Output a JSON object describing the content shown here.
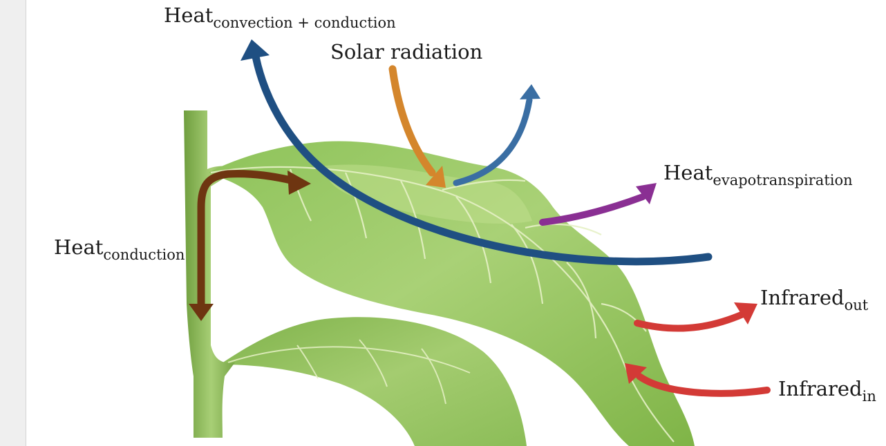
{
  "labels": {
    "heat_convection_conduction": {
      "main": "Heat",
      "sub": "convection + conduction"
    },
    "solar_radiation": {
      "main": "Solar radiation"
    },
    "heat_evapotranspiration": {
      "main": "Heat",
      "sub": "evapotranspiration"
    },
    "heat_conduction": {
      "main": "Heat",
      "sub": "conduction"
    },
    "infrared_out": {
      "main": "Infrared",
      "sub": "out"
    },
    "infrared_in": {
      "main": "Infrared",
      "sub": "in"
    }
  },
  "colors": {
    "convection": "#1f4f82",
    "solar": "#d4862c",
    "evaporation_vapor": "#3a6ea3",
    "evapotranspiration": "#8a2f93",
    "conduction": "#6e3511",
    "infrared": "#d33a36",
    "leaf": "#8fc05a",
    "leaf_light": "#b3d67d",
    "stem": "#86b352",
    "vein": "#e6f1c6"
  }
}
